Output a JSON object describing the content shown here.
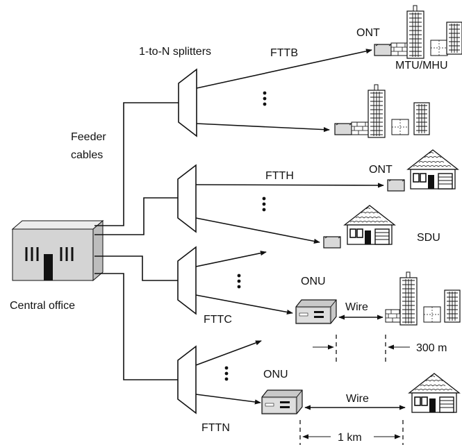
{
  "labels": {
    "splitters": "1-to-N splitters",
    "feeder": [
      "Feeder",
      "cables"
    ],
    "central_office": "Central office",
    "fttb": "FTTB",
    "ont_top": "ONT",
    "mtu": "MTU/MHU",
    "ftth": "FTTH",
    "ont_house": "ONT",
    "sdu": "SDU",
    "onu_c": "ONU",
    "wire_c": "Wire",
    "fttc": "FTTC",
    "distance_300": "300 m",
    "onu_n": "ONU",
    "wire_n": "Wire",
    "fttn": "FTTN",
    "distance_1km": "1 km"
  },
  "colors": {
    "line": "#111111",
    "device_fill": "#d9d9d9",
    "building_fill": "#ffffff",
    "office_front": "#d4d4d4",
    "office_top": "#ececec",
    "office_side": "#bdbdbd"
  },
  "icons": [
    "splitter-icon",
    "ont-icon",
    "onu-icon",
    "building-icon",
    "house-icon",
    "central-office-icon"
  ]
}
